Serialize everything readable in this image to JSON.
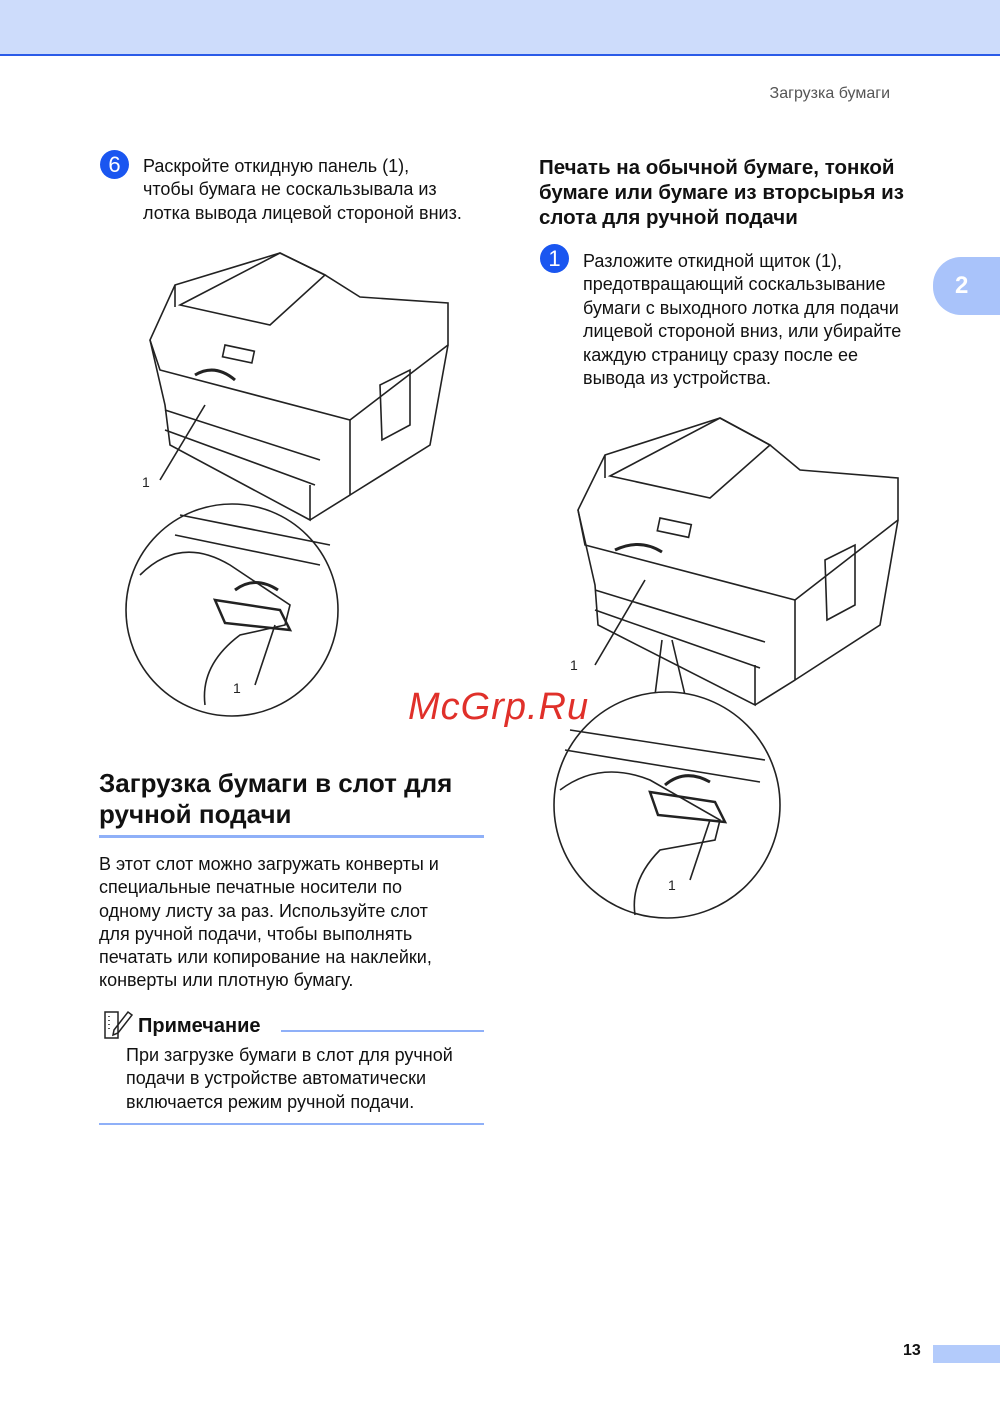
{
  "header": {
    "running_title": "Загрузка бумаги",
    "chapter_tab": "2"
  },
  "left": {
    "step6": {
      "number": "6",
      "lines": [
        "Раскройте откидную панель (1),",
        "чтобы бумага не соскальзывала из",
        "лотка вывода лицевой стороной вниз."
      ]
    },
    "figure1": {
      "callout_top": "1",
      "callout_detail": "1"
    },
    "section_title": [
      "Загрузка бумаги в слот для",
      "ручной подачи"
    ],
    "intro": [
      "В этот слот можно загружать конверты и",
      "специальные печатные носители по",
      "одному листу за раз. Используйте слот",
      "для ручной подачи, чтобы выполнять",
      "печатать или копирование на наклейки,",
      "конверты или плотную бумагу."
    ],
    "note": {
      "title": "Примечание",
      "icon": "note-pencil-icon",
      "lines": [
        "При загрузке бумаги в слот для ручной",
        "подачи в устройстве автоматически",
        "включается режим ручной подачи."
      ]
    }
  },
  "right": {
    "subtitle": [
      "Печать на обычной бумаге, тонкой",
      "бумаге или бумаге из вторсырья из",
      "слота для ручной подачи"
    ],
    "step1": {
      "number": "1",
      "lines": [
        "Разложите откидной щиток (1),",
        "предотвращающий соскальзывание",
        "бумаги с выходного лотка для подачи",
        "лицевой стороной вниз, или убирайте",
        "каждую страницу сразу после ее",
        "вывода из устройства."
      ]
    },
    "figure2": {
      "callout_top": "1",
      "callout_detail": "1"
    }
  },
  "watermark": "McGrp.Ru",
  "footer": {
    "page_number": "13"
  },
  "colors": {
    "accent": "#1a56f0",
    "band": "#cddcfb",
    "rule": "#8fb0f8"
  }
}
